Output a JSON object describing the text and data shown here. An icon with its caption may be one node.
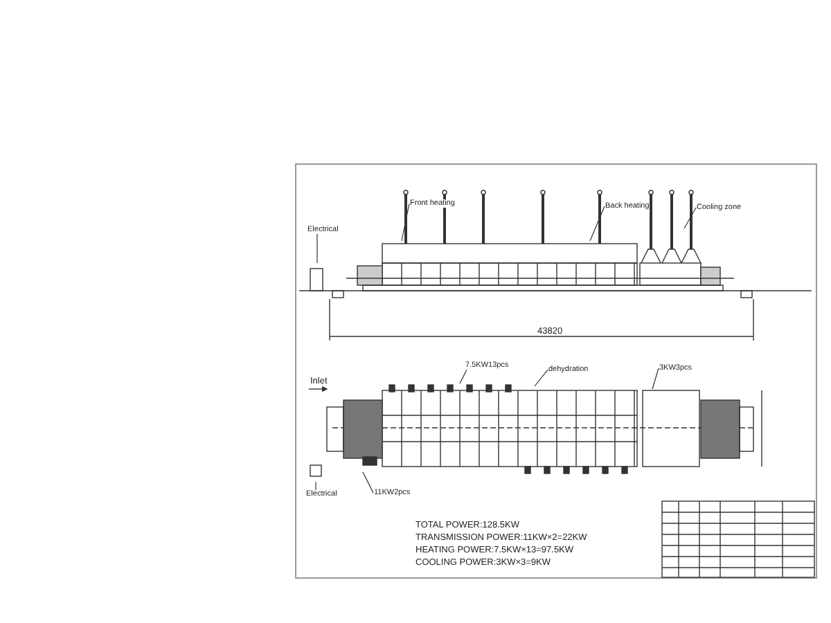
{
  "diagram": {
    "nodes": [
      {
        "text": [
          "Electrical"
        ]
      },
      {
        "text": [
          "Front heating"
        ]
      },
      {
        "text": [
          "Back heating"
        ]
      },
      {
        "text": [
          "Cooling zone"
        ]
      },
      {
        "text": [
          "7.5KW13pcs"
        ]
      },
      {
        "text": [
          "dehydration"
        ]
      },
      {
        "text": [
          "3KW3pcs"
        ]
      },
      {
        "text": [
          "Electrical"
        ]
      },
      {
        "text": [
          "11KW2pcs"
        ]
      }
    ],
    "edges": [
      {
        "from": 0,
        "to": null,
        "arrow": "none"
      },
      {
        "from": 1,
        "to": null,
        "arrow": "none"
      },
      {
        "from": 2,
        "to": null,
        "arrow": "none"
      },
      {
        "from": 3,
        "to": null,
        "arrow": "none"
      },
      {
        "from": 4,
        "to": null,
        "arrow": "none"
      },
      {
        "from": 5,
        "to": null,
        "arrow": "none"
      },
      {
        "from": 6,
        "to": null,
        "arrow": "none"
      },
      {
        "from": 7,
        "to": null,
        "arrow": "none"
      },
      {
        "from": 8,
        "to": null,
        "arrow": "none"
      }
    ],
    "labels": [
      "43820",
      "Inlet",
      "TOTAL POWER:128.5KW",
      "TRANSMISSION POWER:11KW×2=22KW",
      "HEATING POWER:7.5KW×13=97.5KW",
      "COOLING POWER:3KW×3=9KW"
    ]
  }
}
